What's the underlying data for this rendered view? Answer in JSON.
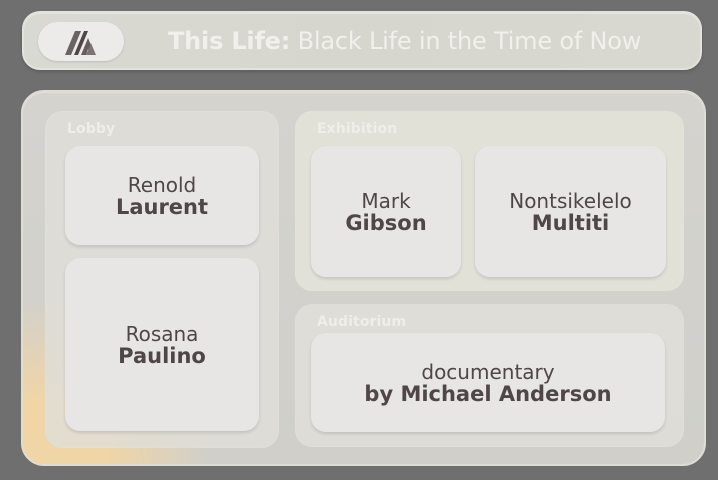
{
  "header": {
    "title_strong": "This Life:",
    "title_rest": " Black Life in the Time of Now",
    "logo_icon": "logo-icon"
  },
  "sections": {
    "lobby": {
      "label": "Lobby",
      "cards": [
        {
          "line1": "Renold",
          "line2": "Laurent"
        },
        {
          "line1": "Rosana",
          "line2": "Paulino"
        }
      ]
    },
    "exhibition": {
      "label": "Exhibition",
      "cards": [
        {
          "line1": "Mark",
          "line2": "Gibson"
        },
        {
          "line1": "Nontsikelelo",
          "line2": "Multiti"
        }
      ]
    },
    "auditorium": {
      "label": "Auditorium",
      "cards": [
        {
          "line1": "documentary",
          "line2": "by Michael Anderson"
        }
      ]
    }
  },
  "colors": {
    "background": "#6f6f6f",
    "header_bg": "#d8d8d0",
    "panel_bg": "#d1d0cb",
    "section_bg": "#dfded8",
    "card_bg": "#e7e6e4",
    "title_text": "#f1f0ed",
    "section_label_text": "#efeee9",
    "card_text": "#4f4747",
    "accent_warm": "#f2d6a4"
  }
}
